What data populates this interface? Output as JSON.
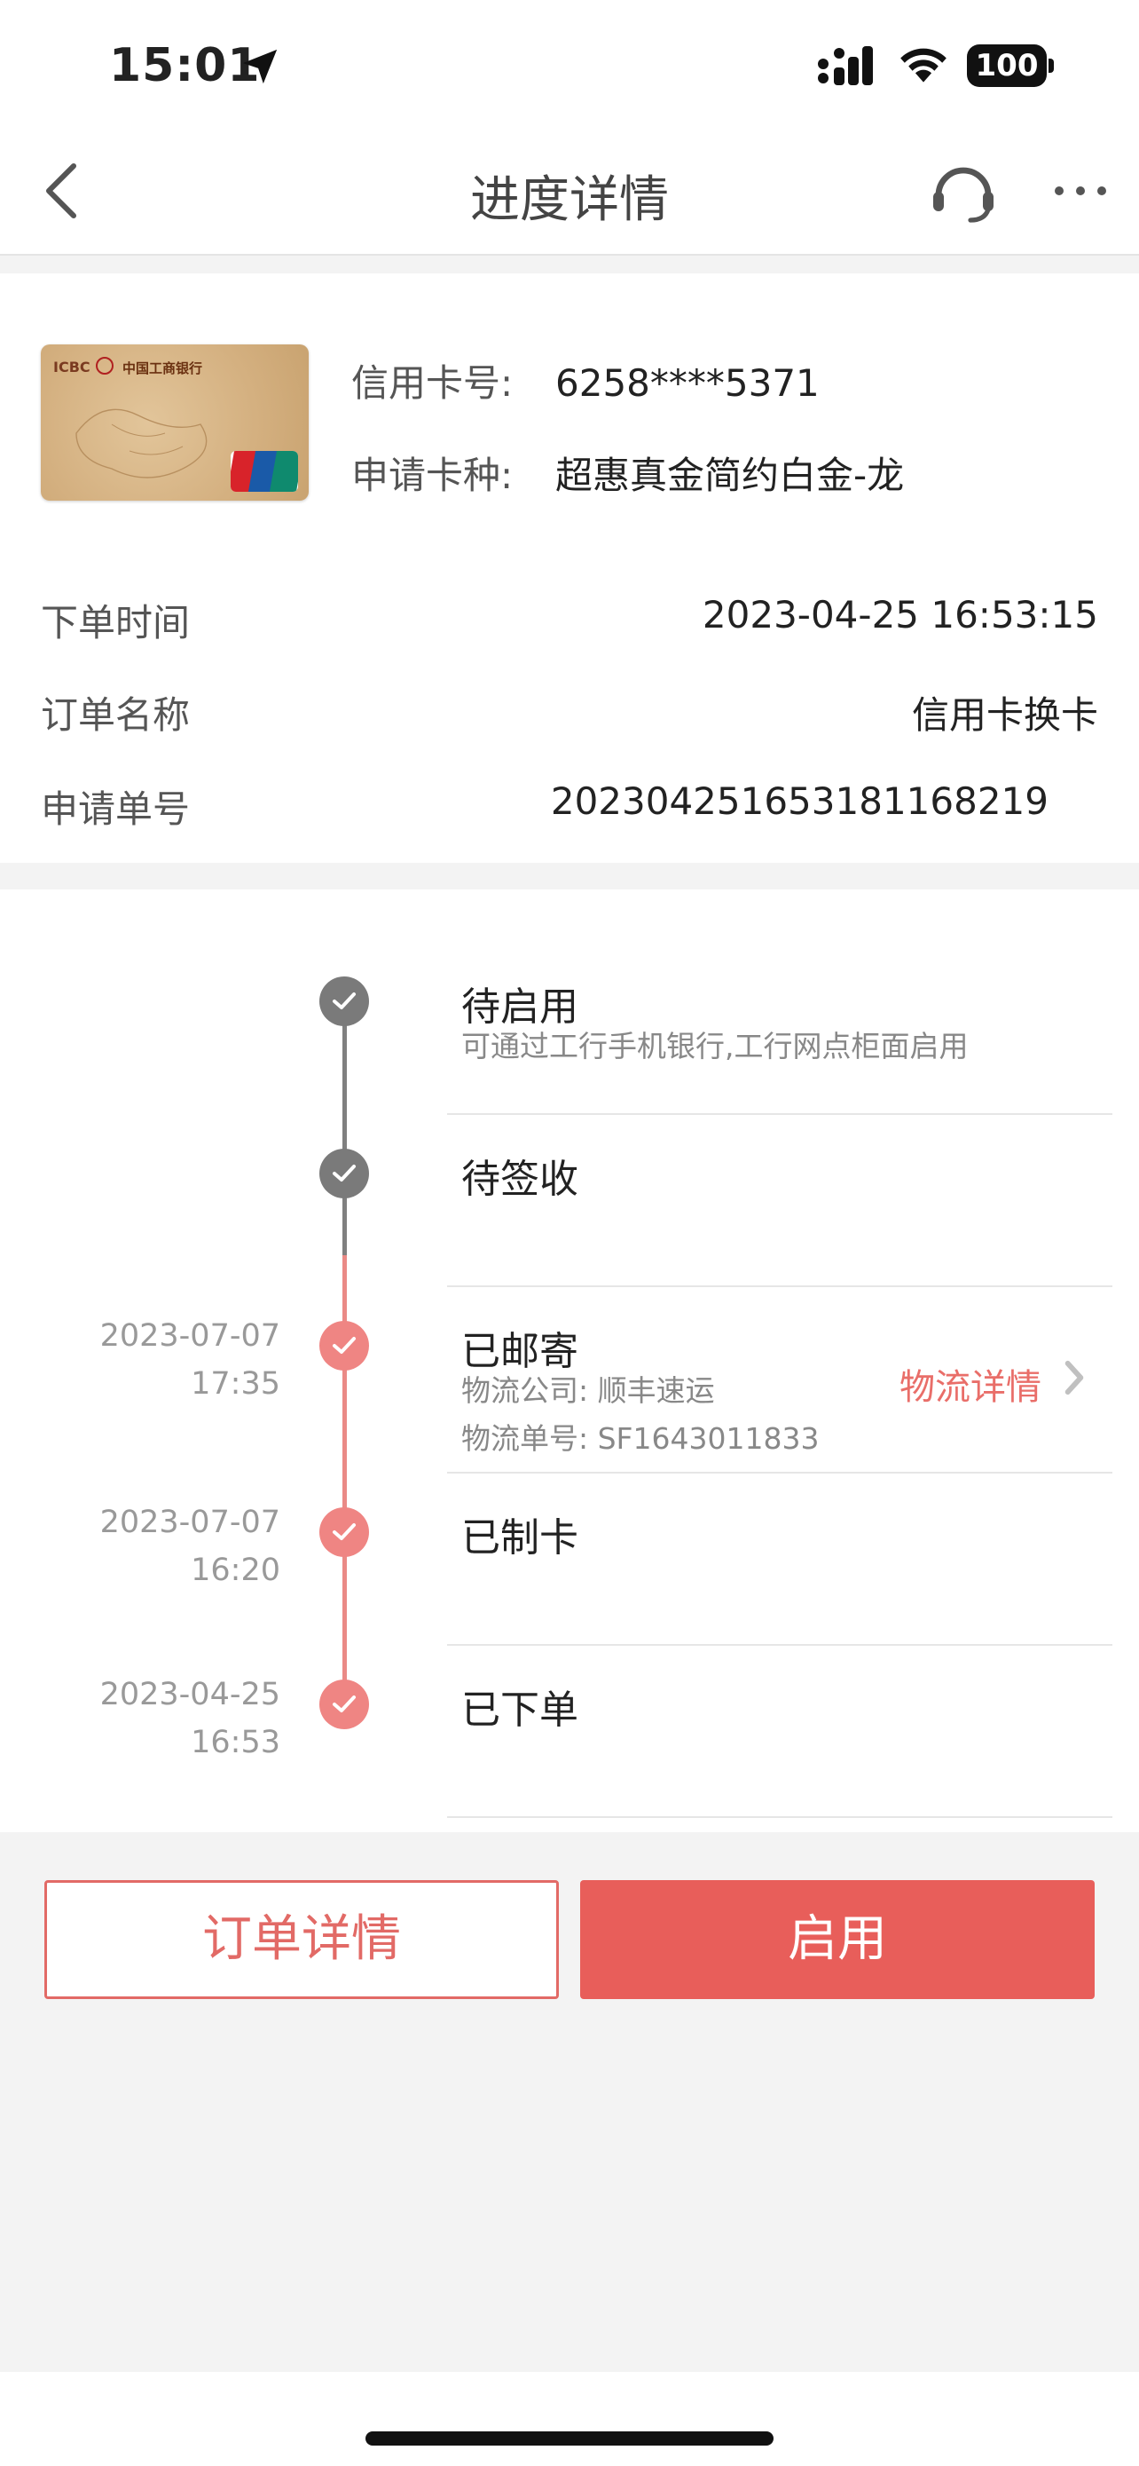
{
  "status_bar": {
    "time": "15:01",
    "battery": "100",
    "icons": [
      "location-arrow-icon",
      "cellular-signal-icon",
      "wifi-icon",
      "battery-icon"
    ]
  },
  "nav": {
    "title": "进度详情",
    "icons": [
      "back-chevron-icon",
      "headset-service-icon",
      "more-dots-icon"
    ]
  },
  "card": {
    "image": {
      "bank_short": "ICBC",
      "bank_name": "中国工商银行"
    },
    "number_label": "信用卡号:",
    "number_value": "6258****5371",
    "type_label": "申请卡种:",
    "type_value": "超惠真金简约白金-龙"
  },
  "details": {
    "order_time_label": "下单时间",
    "order_time_value": "2023-04-25 16:53:15",
    "order_name_label": "订单名称",
    "order_name_value": "信用卡换卡",
    "application_no_label": "申请单号",
    "application_no_value": "202304251653181168219"
  },
  "timeline": {
    "items": [
      {
        "title": "待启用",
        "subtitle": "可通过工行手机银行,工行网点柜面启用",
        "date": "",
        "time": "",
        "state": "gray"
      },
      {
        "title": "待签收",
        "subtitle": "",
        "date": "",
        "time": "",
        "state": "gray"
      },
      {
        "title": "已邮寄",
        "date": "2023-07-07",
        "time": "17:35",
        "state": "red",
        "courier_label": "物流公司: ",
        "courier_value": "顺丰速运",
        "tracking_label": "物流单号: ",
        "tracking_value": "SF1643011833",
        "link_label": "物流详情"
      },
      {
        "title": "已制卡",
        "subtitle": "",
        "date": "2023-07-07",
        "time": "16:20",
        "state": "red"
      },
      {
        "title": "已下单",
        "subtitle": "",
        "date": "2023-04-25",
        "time": "16:53",
        "state": "red"
      }
    ],
    "colors": {
      "done_gray": "#7a7a7a",
      "done_red": "#ef8583",
      "link": "#e96e69"
    }
  },
  "buttons": {
    "order_detail": "订单详情",
    "activate": "启用"
  },
  "colors": {
    "accent": "#e85e5a",
    "background": "#f3f3f3"
  }
}
